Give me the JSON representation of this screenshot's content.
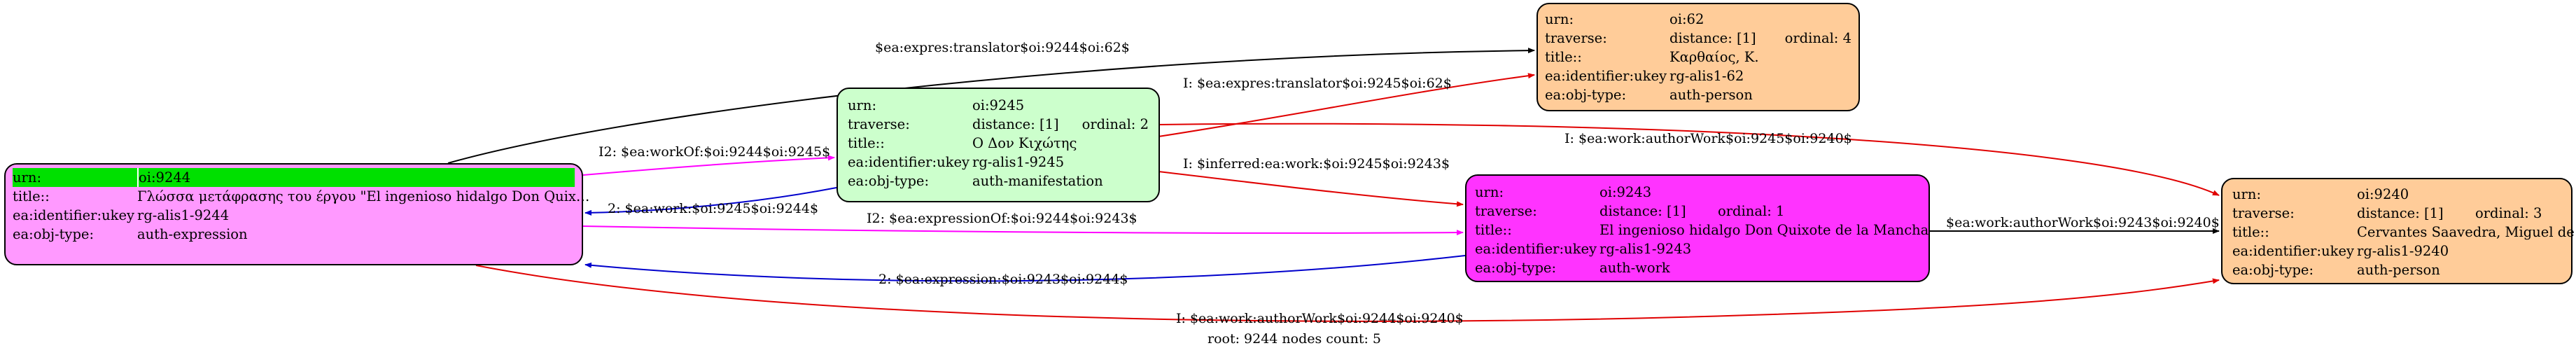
{
  "nodes": {
    "n9244": {
      "urn_key": "urn:",
      "urn": "oi:9244",
      "title_key": "title::",
      "title": "Γλώσσα μετάφρασης του έργου \"El ingenioso hidalgo Don Quix…",
      "ukey_key": "ea:identifier:ukey",
      "ukey": "rg-alis1-9244",
      "type_key": "ea:obj-type:",
      "type": "auth-expression",
      "fill": "#ff99ff"
    },
    "n9245": {
      "urn_key": "urn:",
      "urn": "oi:9245",
      "trav_key": "traverse:",
      "distance": "distance: [1]",
      "ordinal": "ordinal: 2",
      "title_key": "title::",
      "title": "Ο Δον Κιχώτης",
      "ukey_key": "ea:identifier:ukey",
      "ukey": "rg-alis1-9245",
      "type_key": "ea:obj-type:",
      "type": "auth-manifestation",
      "fill": "#ccffcc"
    },
    "n62": {
      "urn_key": "urn:",
      "urn": "oi:62",
      "trav_key": "traverse:",
      "distance": "distance: [1]",
      "ordinal": "ordinal: 4",
      "title_key": "title::",
      "title": "Καρθαίος, Κ.",
      "ukey_key": "ea:identifier:ukey",
      "ukey": "rg-alis1-62",
      "type_key": "ea:obj-type:",
      "type": "auth-person",
      "fill": "#ffcc99"
    },
    "n9243": {
      "urn_key": "urn:",
      "urn": "oi:9243",
      "trav_key": "traverse:",
      "distance": "distance: [1]",
      "ordinal": "ordinal: 1",
      "title_key": "title::",
      "title": "El ingenioso hidalgo Don Quixote de la Mancha",
      "ukey_key": "ea:identifier:ukey",
      "ukey": "rg-alis1-9243",
      "type_key": "ea:obj-type:",
      "type": "auth-work",
      "fill": "#ff33ff"
    },
    "n9240": {
      "urn_key": "urn:",
      "urn": "oi:9240",
      "trav_key": "traverse:",
      "distance": "distance: [1]",
      "ordinal": "ordinal: 3",
      "title_key": "title::",
      "title": "Cervantes Saavedra, Miguel de",
      "ukey_key": "ea:identifier:ukey",
      "ukey": "rg-alis1-9240",
      "type_key": "ea:obj-type:",
      "type": "auth-person",
      "fill": "#ffcc99"
    }
  },
  "edges": {
    "e1": {
      "label": "$ea:expres:translator$oi:9244$oi:62$",
      "color": "#000000"
    },
    "e2": {
      "label": "I: $ea:expres:translator$oi:9245$oi:62$",
      "color": "#e00000"
    },
    "e3": {
      "label": "I2: $ea:workOf:$oi:9244$oi:9245$",
      "color": "#ff00ff"
    },
    "e4": {
      "label": "2: $ea:work:$oi:9245$oi:9244$",
      "color": "#0000cc"
    },
    "e5": {
      "label": "I: $ea:work:authorWork$oi:9245$oi:9240$",
      "color": "#e00000"
    },
    "e6": {
      "label": "I: $inferred:ea:work:$oi:9245$oi:9243$",
      "color": "#e00000"
    },
    "e7": {
      "label": "I2: $ea:expressionOf:$oi:9244$oi:9243$",
      "color": "#ff00ff"
    },
    "e8": {
      "label": "2: $ea:expression:$oi:9243$oi:9244$",
      "color": "#0000cc"
    },
    "e9": {
      "label": "$ea:work:authorWork$oi:9243$oi:9240$",
      "color": "#000000"
    },
    "e10": {
      "label": "I: $ea:work:authorWork$oi:9244$oi:9240$",
      "color": "#e00000"
    }
  },
  "footer": {
    "label": "root: 9244 nodes count: 5"
  }
}
